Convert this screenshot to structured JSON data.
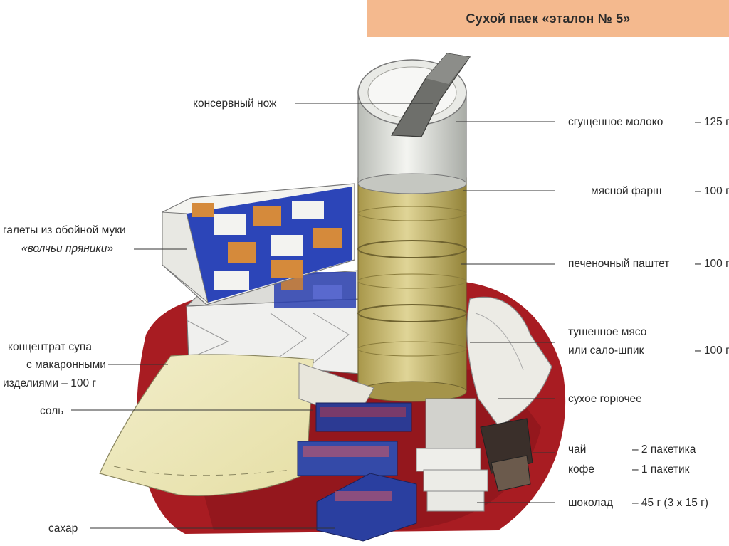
{
  "title": "Сухой паек «эталон № 5»",
  "colors": {
    "title_bg": "#f4b98e",
    "red_cloth": "#a81c22",
    "can_yellow": "#c9b65a",
    "can_silver": "#dadbd4",
    "blue_print": "#2a3fb0"
  },
  "left_labels": {
    "knife": "консервный нож",
    "galety_line1": "галеты из обойной муки",
    "galety_line2": "«волчьи пряники»",
    "soup_line1": "концентрат супа",
    "soup_line2": "с макаронными",
    "soup_line3": "изделиями – 100 г",
    "salt": "соль",
    "sugar": "сахар"
  },
  "right_labels": {
    "milk": "сгущенное молоко",
    "milk_amount": "– 125 г",
    "farsh": "мясной фарш",
    "farsh_amount": "– 100 г",
    "pate": "печеночный паштет",
    "pate_amount": "– 100 г",
    "stew_line1": "тушенное мясо",
    "stew_line2": "или сало-шпик",
    "stew_amount": "– 100 г",
    "fuel": "сухое горючее",
    "tea": "чай",
    "tea_amount": "– 2 пакетика",
    "coffee": "кофе",
    "coffee_amount": "– 1 пакетик",
    "choco": "шоколад",
    "choco_amount": "– 45 г (3 х 15 г)"
  }
}
